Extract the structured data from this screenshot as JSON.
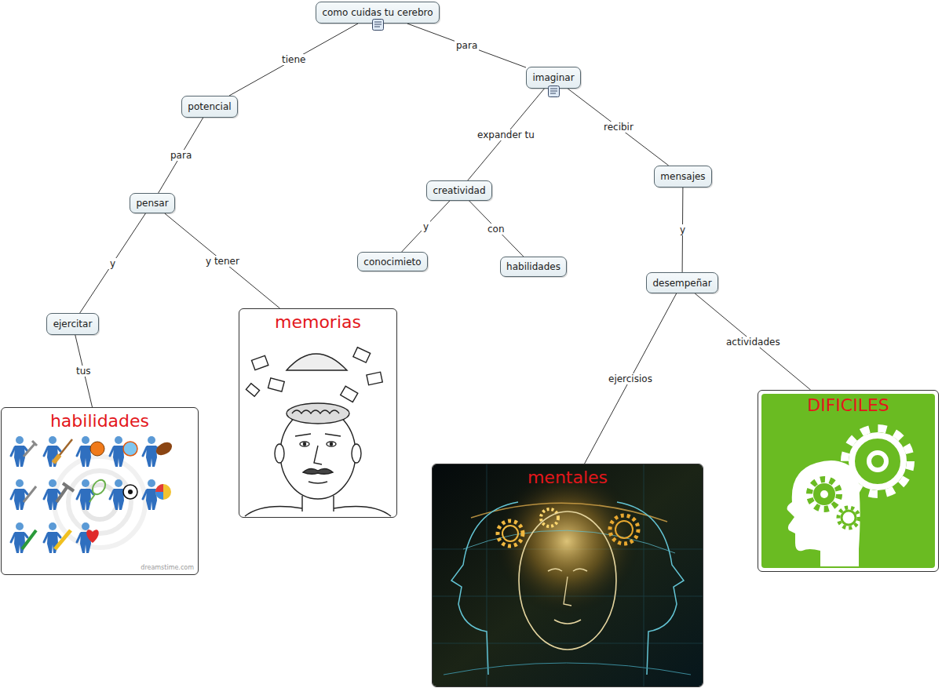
{
  "diagram": {
    "nodes": [
      {
        "text": [
          "como cuidas tu cerebro"
        ]
      },
      {
        "text": [
          "potencial"
        ]
      },
      {
        "text": [
          "imaginar"
        ]
      },
      {
        "text": [
          "pensar"
        ]
      },
      {
        "text": [
          "creatividad"
        ]
      },
      {
        "text": [
          "mensajes"
        ]
      },
      {
        "text": [
          "ejercitar"
        ]
      },
      {
        "text": [
          "conocimieto"
        ]
      },
      {
        "text": [
          "habilidades"
        ]
      },
      {
        "text": [
          "desempeñar"
        ]
      },
      {
        "text": [
          "habilidades"
        ]
      },
      {
        "text": [
          "memorias"
        ]
      },
      {
        "text": [
          "mentales"
        ]
      },
      {
        "text": [
          "DIFICILES"
        ]
      }
    ],
    "edges": [
      {
        "from": 0,
        "to": 1,
        "label": "tiene",
        "arrow": "none"
      },
      {
        "from": 0,
        "to": 2,
        "label": "para",
        "arrow": "none"
      },
      {
        "from": 1,
        "to": 3,
        "label": "para",
        "arrow": "none"
      },
      {
        "from": 2,
        "to": 4,
        "label": "expander tu",
        "arrow": "none"
      },
      {
        "from": 2,
        "to": 5,
        "label": "recibir",
        "arrow": "none"
      },
      {
        "from": 3,
        "to": 6,
        "label": "y",
        "arrow": "none"
      },
      {
        "from": 3,
        "to": 11,
        "label": "y tener",
        "arrow": "none"
      },
      {
        "from": 4,
        "to": 7,
        "label": "y",
        "arrow": "none"
      },
      {
        "from": 4,
        "to": 8,
        "label": "con",
        "arrow": "none"
      },
      {
        "from": 5,
        "to": 9,
        "label": "y",
        "arrow": "none"
      },
      {
        "from": 6,
        "to": 10,
        "label": "tus",
        "arrow": "none"
      },
      {
        "from": 9,
        "to": 12,
        "label": "ejercisios",
        "arrow": "none"
      },
      {
        "from": 9,
        "to": 13,
        "label": "actividades",
        "arrow": "none"
      }
    ],
    "labels": [
      "dreamstime.com"
    ]
  }
}
